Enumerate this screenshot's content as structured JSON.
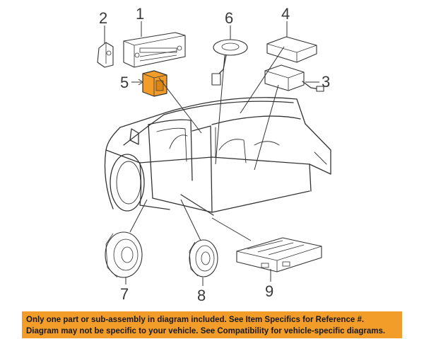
{
  "callouts": {
    "c1": "1",
    "c2": "2",
    "c3": "3",
    "c4": "4",
    "c5": "5",
    "c6": "6",
    "c7": "7",
    "c8": "8",
    "c9": "9"
  },
  "notice": {
    "line1": "Only one part or sub-assembly in diagram included. See Item Specifics for Reference #.",
    "line2": "Diagram may not be specific to your vehicle. See Compatibility for vehicle-specific diagrams."
  },
  "colors": {
    "highlight_part": "#f29d2a",
    "notice_background": "#f29d2a"
  }
}
